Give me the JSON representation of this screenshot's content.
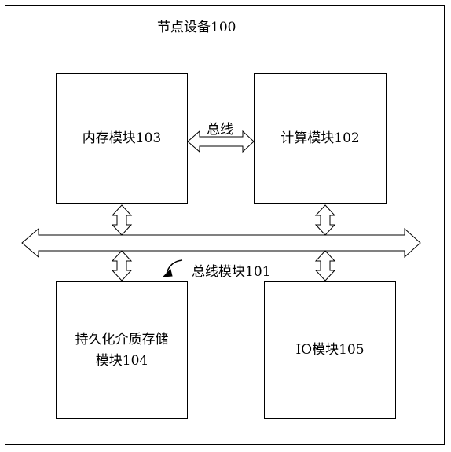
{
  "title": "节点设备100",
  "boxes": {
    "memory": "内存模块103",
    "compute": "计算模块102",
    "persistent_line1": "持久化介质存储",
    "persistent_line2": "模块104",
    "io": "IO模块105"
  },
  "labels": {
    "bus": "总线",
    "bus_module": "总线模块101"
  }
}
